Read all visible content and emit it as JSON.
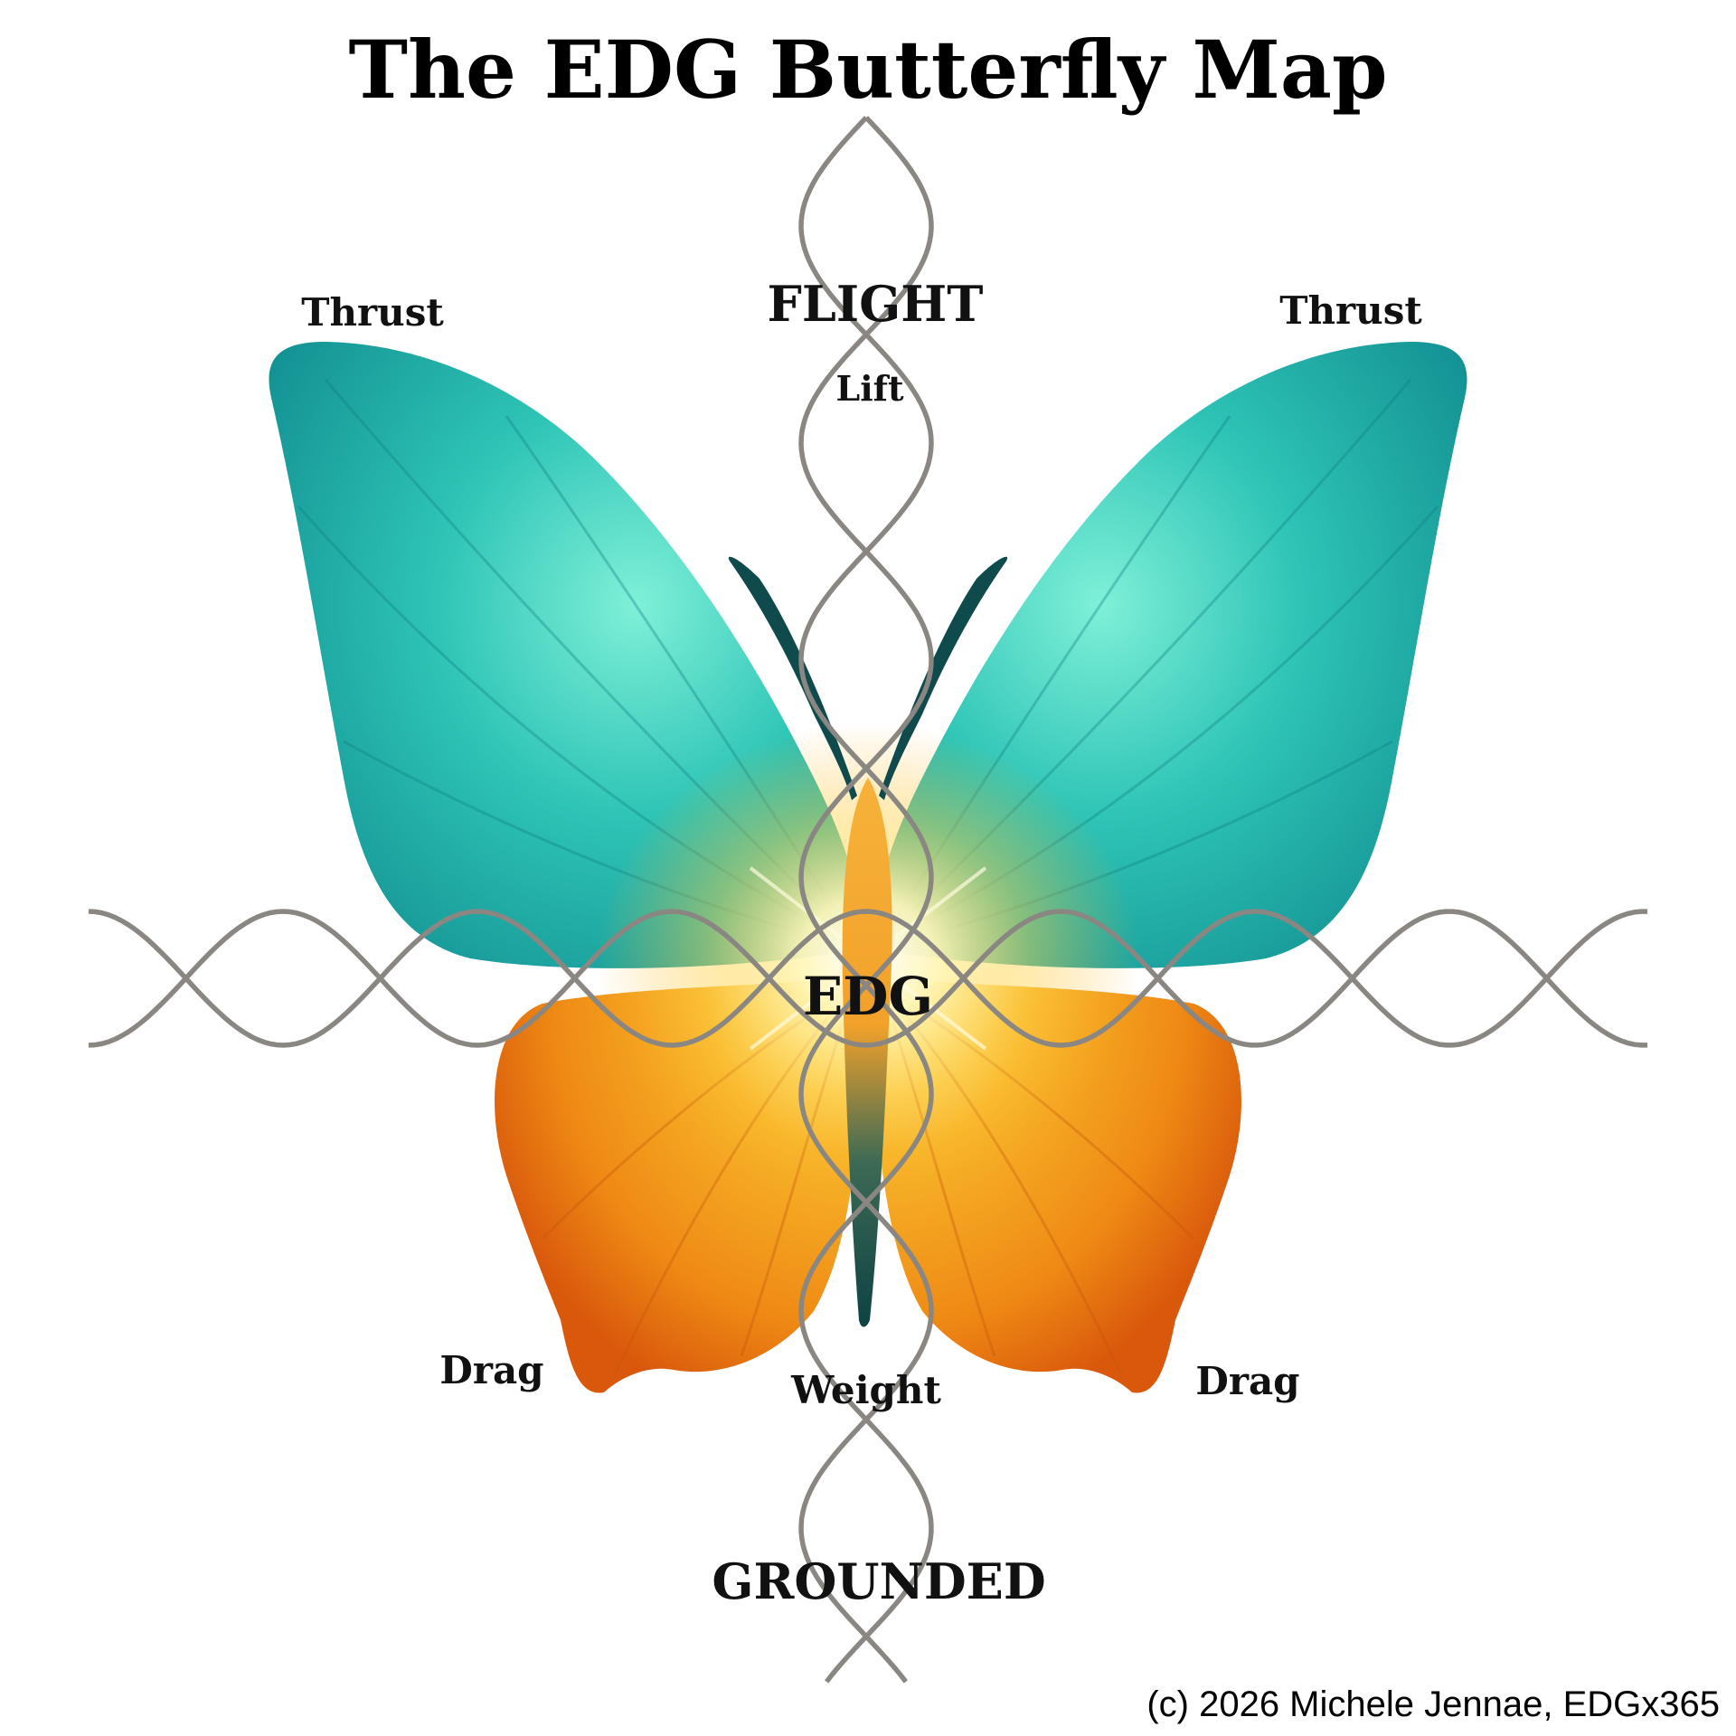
{
  "title": "The EDG Butterfly Map",
  "labels": {
    "top": "FLIGHT",
    "top_sub": "Lift",
    "center": "EDG",
    "bottom_sub": "Weight",
    "bottom": "GROUNDED",
    "upper_left": "Thrust",
    "upper_right": "Thrust",
    "lower_left": "Drag",
    "lower_right": "Drag"
  },
  "credit": "(c) 2026 Michele Jennae, EDGx365",
  "colors": {
    "upper_wing": "#1fb3ad",
    "upper_wing_light": "#5fe3cf",
    "lower_wing": "#f39a1a",
    "lower_wing_dark": "#d9580c",
    "body": "#0f4a4c",
    "glow": "#fff6b8",
    "weave_line": "#8a8682"
  }
}
